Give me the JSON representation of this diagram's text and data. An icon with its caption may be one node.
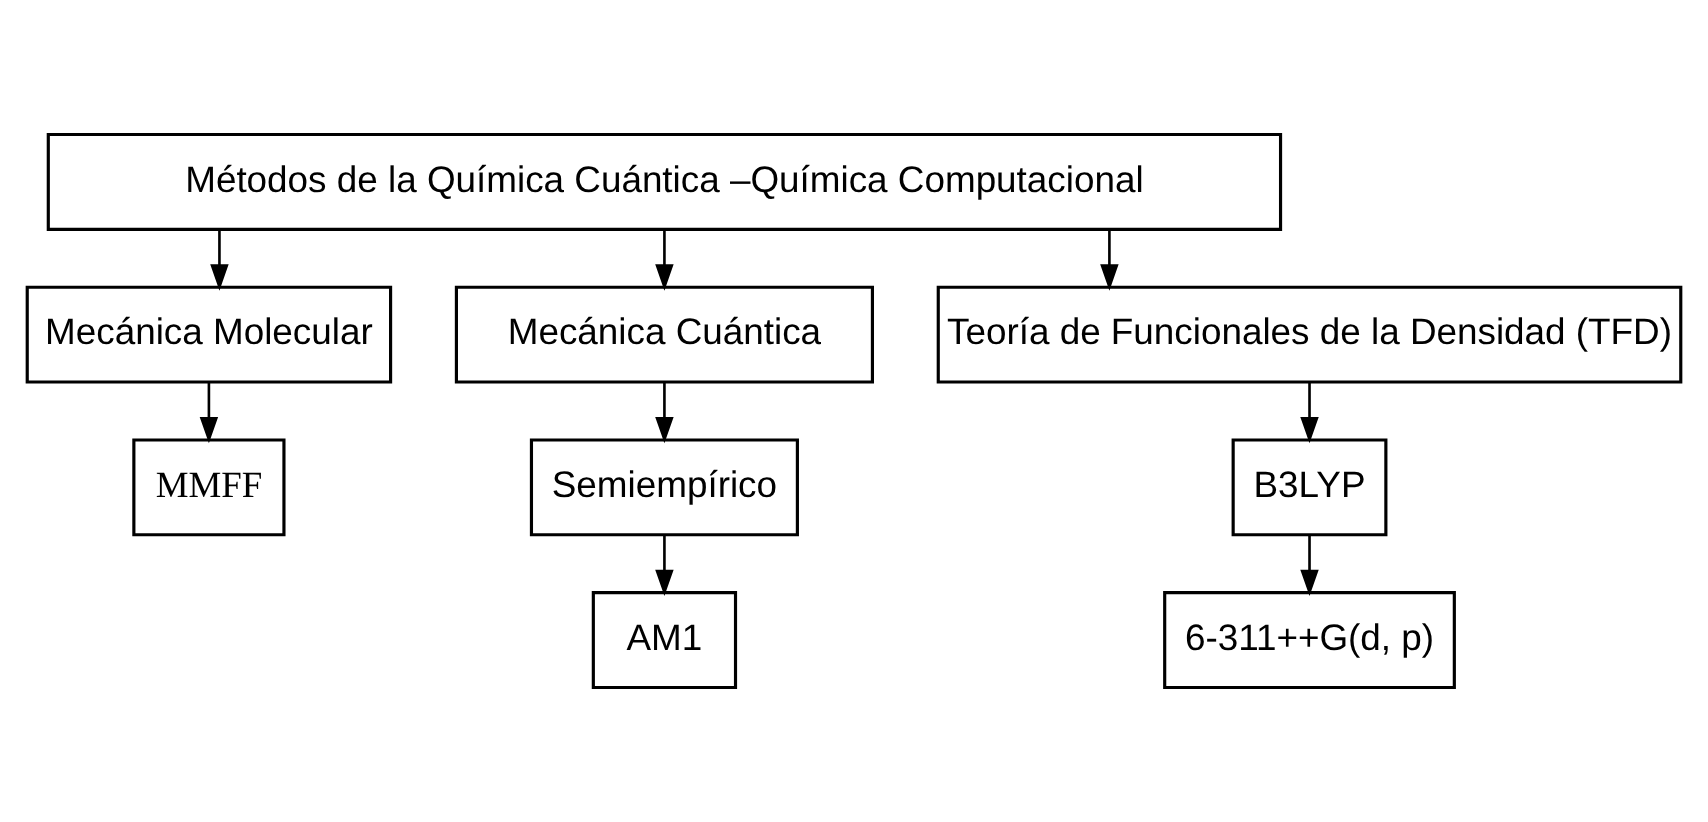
{
  "diagram": {
    "nodes": [
      {
        "text": [
          "Métodos de la Química Cuántica –Química Computacional"
        ]
      },
      {
        "text": [
          "Mecánica Molecular"
        ]
      },
      {
        "text": [
          "Mecánica Cuántica"
        ]
      },
      {
        "text": [
          "Teoría de Funcionales de la Densidad (TFD)"
        ]
      },
      {
        "text": [
          "MMFF"
        ]
      },
      {
        "text": [
          "Semiempírico"
        ]
      },
      {
        "text": [
          "AM1"
        ]
      },
      {
        "text": [
          "B3LYP"
        ]
      },
      {
        "text": [
          "6-311++G(d, p)"
        ]
      }
    ],
    "edges": [
      {
        "from": 0,
        "to": 1,
        "arrow": "to"
      },
      {
        "from": 0,
        "to": 2,
        "arrow": "to"
      },
      {
        "from": 0,
        "to": 3,
        "arrow": "to"
      },
      {
        "from": 1,
        "to": 4,
        "arrow": "to"
      },
      {
        "from": 2,
        "to": 5,
        "arrow": "to"
      },
      {
        "from": 5,
        "to": 6,
        "arrow": "to"
      },
      {
        "from": 3,
        "to": 7,
        "arrow": "to"
      },
      {
        "from": 7,
        "to": 8,
        "arrow": "to"
      }
    ]
  }
}
